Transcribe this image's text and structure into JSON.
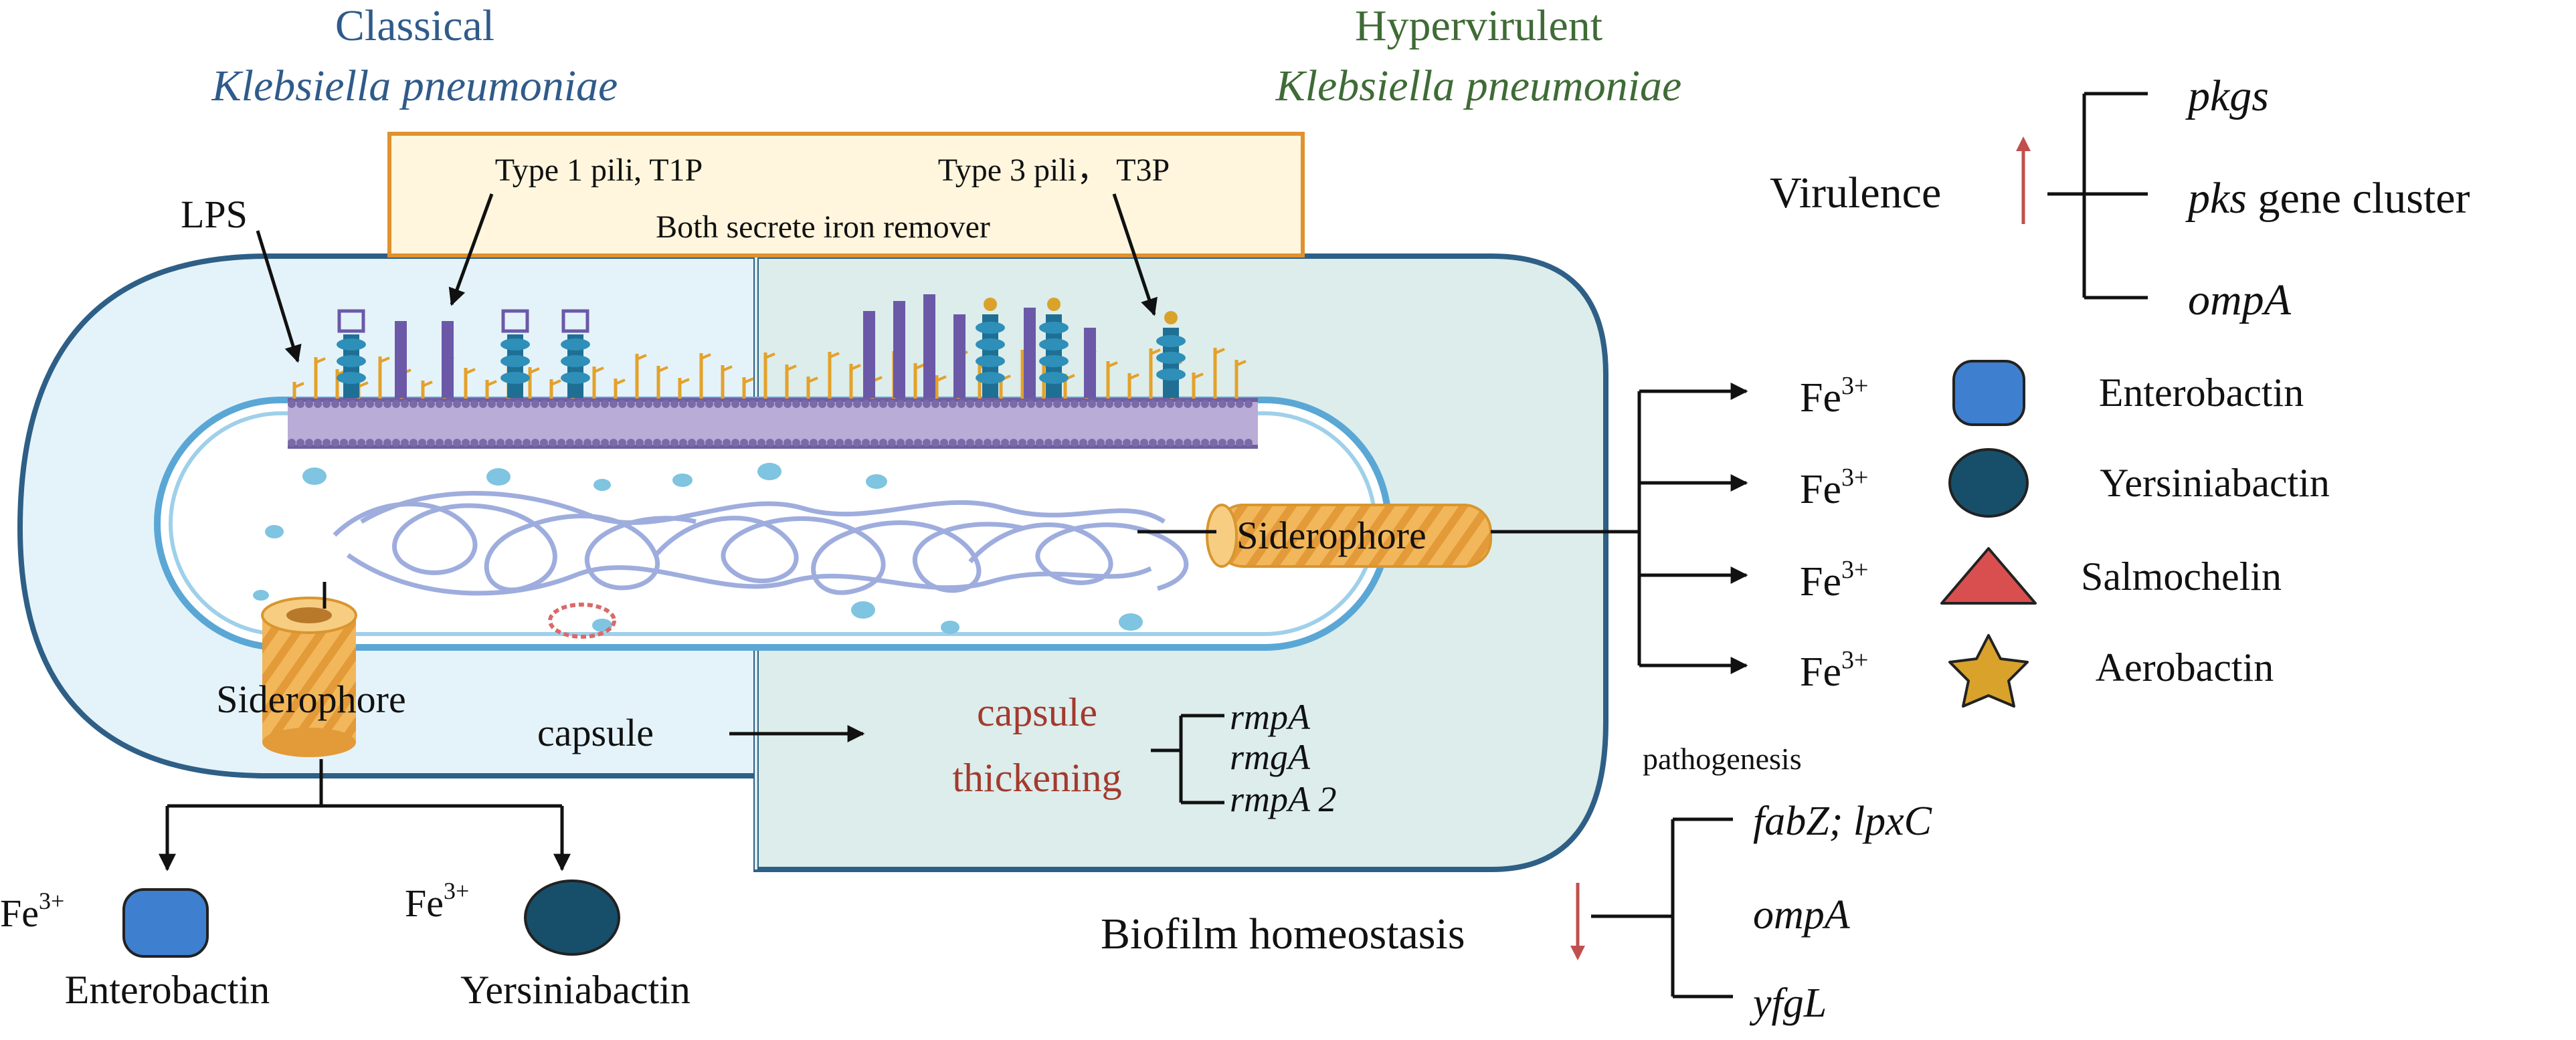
{
  "colors": {
    "classical": "#2f5b8a",
    "hypervirulent": "#3f6b36",
    "capsule_text": "#a33a2e",
    "arrow_up": "#c0504d",
    "box_border": "#e0922e",
    "box_fill": "#fff6dd",
    "cell_outer": "#2e5f86",
    "cell_fill_left": "#e4f3fa",
    "cell_fill_right": "#dcedeb",
    "membrane": "#8d7fb4",
    "enterobactin": "#3f7fd0",
    "yersiniabactin": "#174f6a",
    "salmochelin": "#d94f4f",
    "aerobactin": "#d9a22b"
  },
  "headers": {
    "classical_line1": "Classical",
    "classical_line2": "Klebsiella pneumoniae",
    "hyper_line1": "Hypervirulent",
    "hyper_line2": "Klebsiella pneumoniae"
  },
  "pili_box": {
    "type1": "Type 1 pili, T1P",
    "type3": "Type 3 pili， T3P",
    "both": "Both secrete iron remover"
  },
  "cell": {
    "lps": "LPS",
    "siderophore_inner": "Siderophore",
    "siderophore_left": "Siderophore",
    "capsule": "capsule"
  },
  "capsule_thickening": {
    "line1": "capsule",
    "line2": "thickening",
    "genes": [
      "rmpA",
      "rmgA",
      "rmpA 2"
    ]
  },
  "virulence": {
    "label": "Virulence",
    "genes": [
      {
        "italic": "pkgs",
        "rest": ""
      },
      {
        "italic": "pks",
        "rest": " gene cluster"
      },
      {
        "italic": "ompA",
        "rest": ""
      }
    ]
  },
  "iron_list": {
    "fe": "Fe",
    "charge": "3+",
    "items": [
      "Enterobactin",
      "Yersiniabactin",
      "Salmochelin",
      "Aerobactin"
    ]
  },
  "left_iron": {
    "fe": "Fe",
    "charge": "3+",
    "items": [
      "Enterobactin",
      "Yersiniabactin"
    ]
  },
  "biofilm": {
    "title": "pathogenesis",
    "label": "Biofilm homeostasis",
    "genes": [
      "fabZ; lpxC",
      "ompA",
      "yfgL"
    ]
  }
}
